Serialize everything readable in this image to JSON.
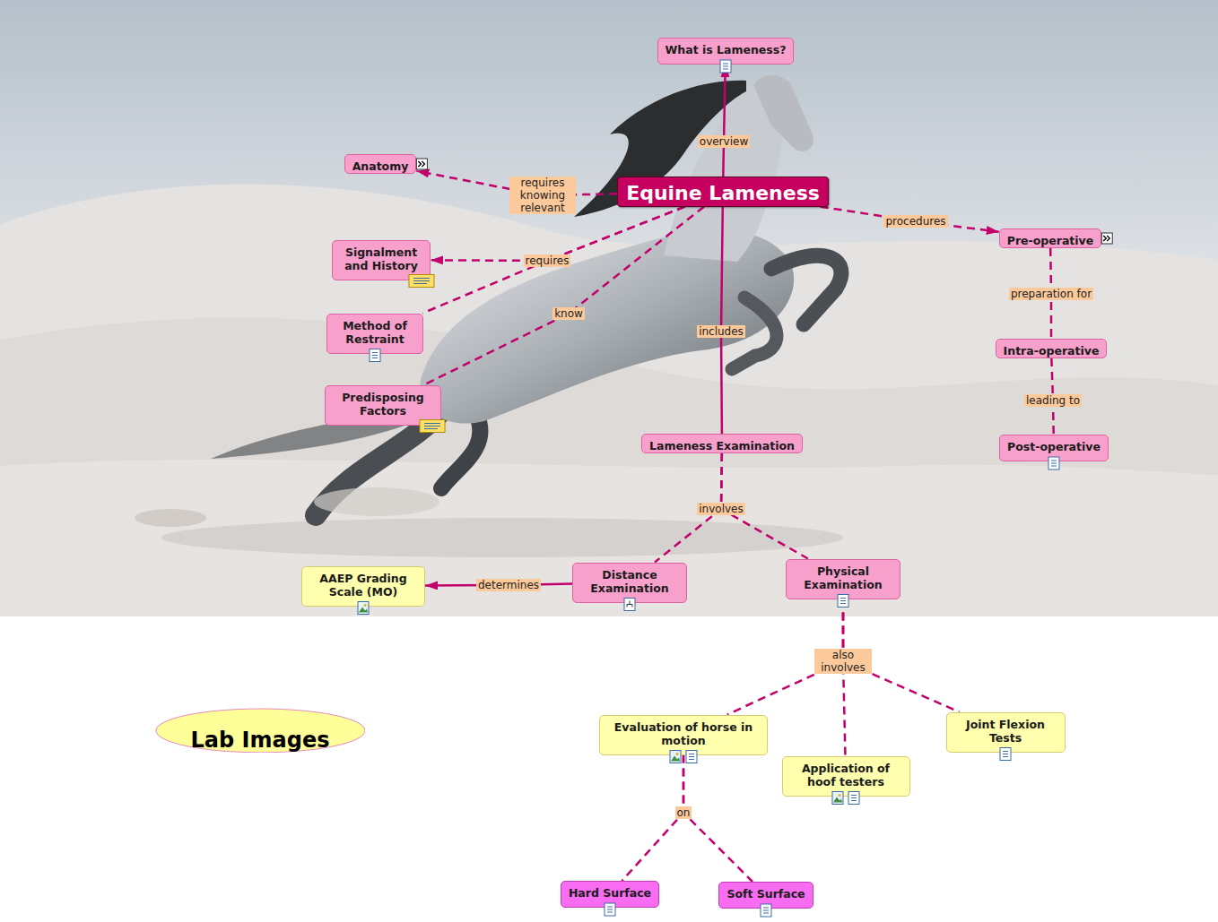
{
  "diagram": {
    "nodes": [
      {
        "text": [
          "What is Lameness?"
        ]
      },
      {
        "text": [
          "Anatomy"
        ]
      },
      {
        "text": [
          "Equine Lameness"
        ]
      },
      {
        "text": [
          "Pre-operative"
        ]
      },
      {
        "text": [
          "Signalment and History"
        ]
      },
      {
        "text": [
          "Method of Restraint"
        ]
      },
      {
        "text": [
          "Intra-operative"
        ]
      },
      {
        "text": [
          "Predisposing Factors"
        ]
      },
      {
        "text": [
          "Lameness Examination"
        ]
      },
      {
        "text": [
          "Post-operative"
        ]
      },
      {
        "text": [
          "AAEP Grading Scale (MO)"
        ]
      },
      {
        "text": [
          "Distance Examination"
        ]
      },
      {
        "text": [
          "Physical Examination"
        ]
      },
      {
        "text": [
          "Lab Images"
        ]
      },
      {
        "text": [
          "Evaluation of horse in motion"
        ]
      },
      {
        "text": [
          "Application of hoof testers"
        ]
      },
      {
        "text": [
          "Joint Flexion Tests"
        ]
      },
      {
        "text": [
          "Hard Surface"
        ]
      },
      {
        "text": [
          "Soft Surface"
        ]
      }
    ],
    "edges": [
      {
        "from": 2,
        "to": 0,
        "label": "overview",
        "arrow": "to"
      },
      {
        "from": 2,
        "to": 1,
        "label": "requires knowing relevant",
        "arrow": "to"
      },
      {
        "from": 2,
        "to": 4,
        "label": "requires",
        "arrow": "to"
      },
      {
        "from": 2,
        "to": 5,
        "arrow": "none"
      },
      {
        "from": 2,
        "to": 7,
        "label": "know",
        "arrow": "none"
      },
      {
        "from": 2,
        "to": 8,
        "label": "includes",
        "arrow": "none"
      },
      {
        "from": 2,
        "to": 3,
        "label": "procedures",
        "arrow": "to"
      },
      {
        "from": 3,
        "to": 6,
        "label": "preparation for",
        "arrow": "none"
      },
      {
        "from": 6,
        "to": 9,
        "label": "leading to",
        "arrow": "none"
      },
      {
        "from": 8,
        "to": 11,
        "label": "involves",
        "arrow": "none"
      },
      {
        "from": 8,
        "to": 12,
        "arrow": "none"
      },
      {
        "from": 11,
        "to": 10,
        "label": "determines",
        "arrow": "to"
      },
      {
        "from": 12,
        "to": 14,
        "label": "also involves",
        "arrow": "none"
      },
      {
        "from": 12,
        "to": 15,
        "arrow": "none"
      },
      {
        "from": 12,
        "to": 16,
        "arrow": "none"
      },
      {
        "from": 14,
        "to": 17,
        "label": "on",
        "arrow": "none"
      },
      {
        "from": 14,
        "to": 18,
        "arrow": "none"
      }
    ]
  }
}
